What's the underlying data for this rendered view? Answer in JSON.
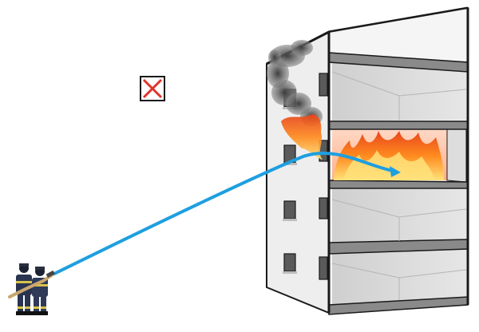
{
  "colors": {
    "background": "#ffffff",
    "water_stream": "#1e9fe0",
    "blocked_marker": "#e0332b",
    "fire": "#ff8a1f",
    "fire_core": "#ffd34a",
    "smoke": "#555555",
    "building_wall": "#eeeeee",
    "floor_slab": "#8a8a8a",
    "outline": "#1a1a1a"
  },
  "icons": {
    "blocked_marker": "x-box-icon",
    "firefighters": "firefighter-icon"
  },
  "scene": {
    "floors_shown": 4,
    "burning_floor": 2,
    "firefighter_count": 2
  }
}
